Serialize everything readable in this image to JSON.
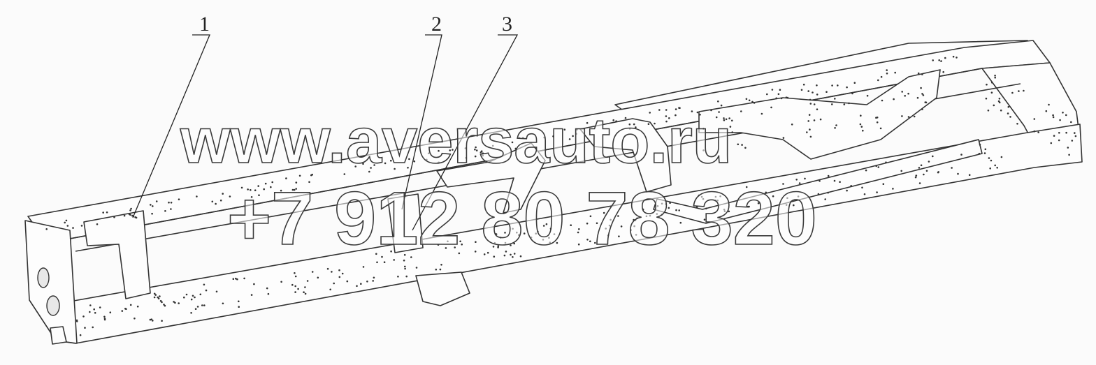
{
  "callouts": [
    "1",
    "2",
    "3"
  ],
  "watermark": {
    "url": "www.aversauto.ru",
    "phone": "+7 912 80 78 320"
  }
}
